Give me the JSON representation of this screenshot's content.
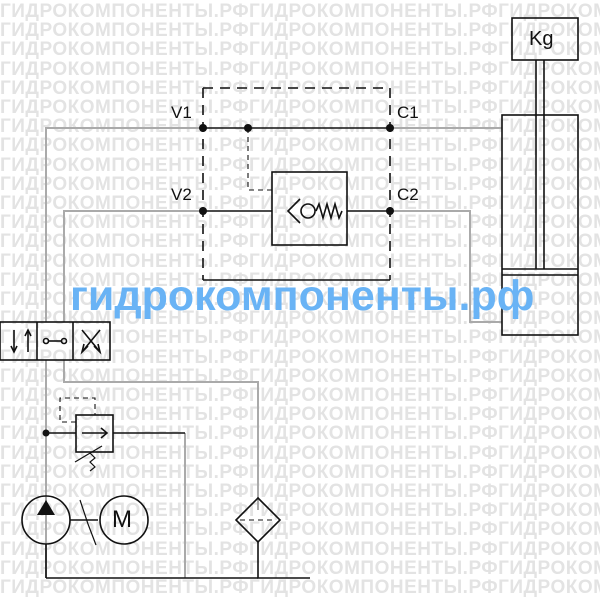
{
  "watermark": {
    "row_text": "ГИДРОКОМПОНЕНТЫ.РФГИДРОКОМПОНЕНТЫ.РФГИДРОКОМПОНЕНТЫ.РФГИДРОКОМПОНЕНТЫ.РФ",
    "main_text": "гидрокомпоненты.рф",
    "row_color": "#e3e3e3",
    "main_color": "#69b3f5"
  },
  "ports": {
    "v1": "V1",
    "v2": "V2",
    "c1": "C1",
    "c2": "C2"
  },
  "load": {
    "label": "Kg"
  },
  "motor": {
    "label": "M"
  }
}
